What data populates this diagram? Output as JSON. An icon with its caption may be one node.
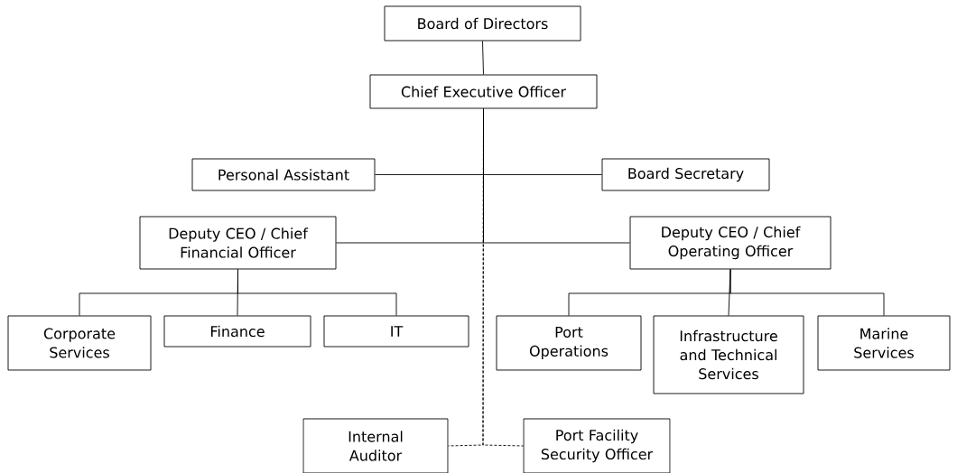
{
  "diagram": {
    "nodes": [
      {
        "text": [
          "Board of Directors"
        ]
      },
      {
        "text": [
          "Chief Executive Officer"
        ]
      },
      {
        "text": [
          "Personal Assistant"
        ]
      },
      {
        "text": [
          "Board Secretary"
        ]
      },
      {
        "text": [
          "Deputy CEO / Chief Financial Officer"
        ]
      },
      {
        "text": [
          "Deputy CEO / Chief Operating Officer"
        ]
      },
      {
        "text": [
          "Corporate Services"
        ]
      },
      {
        "text": [
          "Finance"
        ]
      },
      {
        "text": [
          "IT"
        ]
      },
      {
        "text": [
          "Port Operations"
        ]
      },
      {
        "text": [
          "Infrastructure and Technical Services"
        ]
      },
      {
        "text": [
          "Marine Services"
        ]
      },
      {
        "text": [
          "Internal Auditor"
        ]
      },
      {
        "text": [
          "Port Facility Security Officer"
        ]
      }
    ],
    "edges": [
      {
        "from": 0,
        "to": 1,
        "arrow": "none"
      },
      {
        "from": 1,
        "to": 2,
        "arrow": "none"
      },
      {
        "from": 1,
        "to": 3,
        "arrow": "none"
      },
      {
        "from": 1,
        "to": 4,
        "arrow": "none"
      },
      {
        "from": 1,
        "to": 5,
        "arrow": "none"
      },
      {
        "from": 4,
        "to": 6,
        "arrow": "none"
      },
      {
        "from": 4,
        "to": 7,
        "arrow": "none"
      },
      {
        "from": 4,
        "to": 8,
        "arrow": "none"
      },
      {
        "from": 5,
        "to": 9,
        "arrow": "none"
      },
      {
        "from": 5,
        "to": 10,
        "arrow": "none"
      },
      {
        "from": 5,
        "to": 11,
        "arrow": "none"
      },
      {
        "from": 1,
        "to": 12,
        "arrow": "none",
        "style": "dashed"
      },
      {
        "from": 1,
        "to": 13,
        "arrow": "none",
        "style": "dashed"
      }
    ]
  }
}
